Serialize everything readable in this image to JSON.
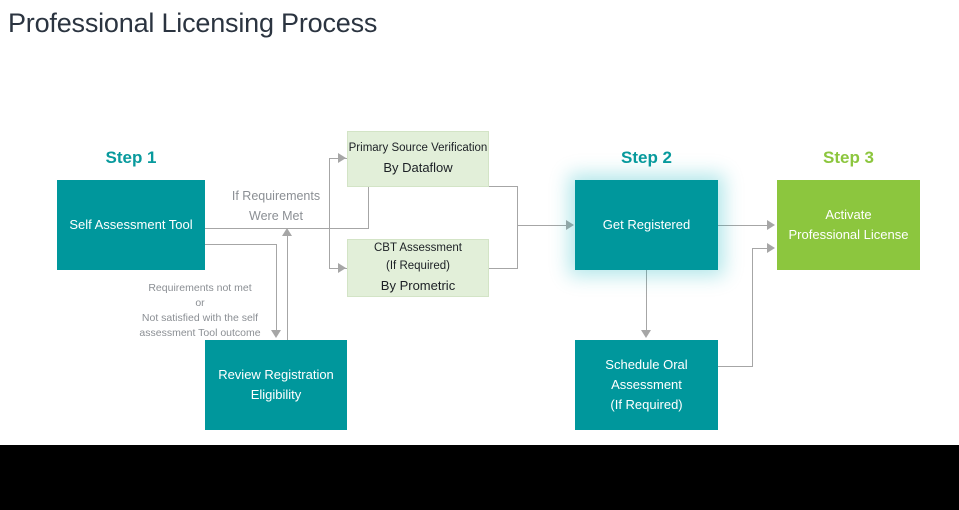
{
  "page": {
    "title": "Professional Licensing Process",
    "background": "#ffffff",
    "footer_band_color": "#000000"
  },
  "colors": {
    "teal": "#00979c",
    "teal_text": "#089a9d",
    "green": "#8cc63e",
    "green_light_fill": "#e2efd9",
    "connector": "#a6a6a6",
    "label_gray": "#8b8f94",
    "title": "#2b3440"
  },
  "steps": [
    {
      "label": "Step 1",
      "color": "#089a9d"
    },
    {
      "label": "Step 2",
      "color": "#089a9d"
    },
    {
      "label": "Step 3",
      "color": "#8cc63e"
    }
  ],
  "nodes": {
    "self_assessment": {
      "lines": [
        "Self Assessment Tool"
      ],
      "fill": "#00979c",
      "text_color": "#ffffff"
    },
    "review_registration": {
      "lines": [
        "Review Registration",
        "Eligibility"
      ],
      "fill": "#00979c",
      "text_color": "#ffffff"
    },
    "primary_source": {
      "lines": [
        "Primary Source Verification",
        "By Dataflow"
      ],
      "fill": "#e2efd9",
      "text_color": "#1c2025"
    },
    "cbt_assessment": {
      "lines": [
        "CBT Assessment",
        "(If Required)",
        "By Prometric"
      ],
      "fill": "#e2efd9",
      "text_color": "#1c2025"
    },
    "get_registered": {
      "lines": [
        "Get Registered"
      ],
      "fill": "#00979c",
      "text_color": "#ffffff"
    },
    "schedule_oral": {
      "lines": [
        "Schedule Oral",
        "Assessment",
        "(If Required)"
      ],
      "fill": "#00979c",
      "text_color": "#ffffff"
    },
    "activate_license": {
      "lines": [
        "Activate",
        "Professional License"
      ],
      "fill": "#8cc63e",
      "text_color": "#ffffff"
    }
  },
  "edge_labels": {
    "if_requirements_met": [
      "If Requirements",
      "Were Met"
    ],
    "requirements_not_met": [
      "Requirements not met",
      "or",
      "Not satisfied with the self",
      "assessment Tool outcome"
    ]
  }
}
